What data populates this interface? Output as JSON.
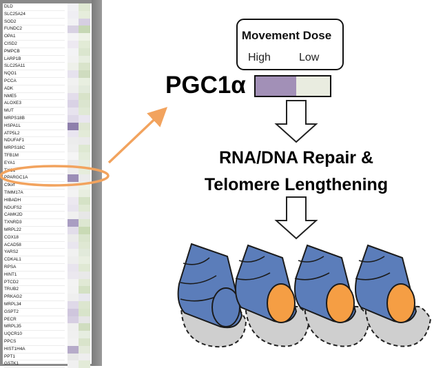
{
  "heatmap": {
    "genes": [
      "DLD",
      "SLC25A24",
      "SOD2",
      "FUNDC2",
      "OPA1",
      "CISD2",
      "PMPCB",
      "LARP1B",
      "SLC25A11",
      "NQO1",
      "PCCA",
      "ADK",
      "NME5",
      "ALOXE3",
      "MUT",
      "MRPS18B",
      "HSPA1L",
      "ATP5L2",
      "NDUFAF1",
      "MRPS18C",
      "TFB1M",
      "EYA1",
      "TXC1",
      "PPARGC1A",
      "C9orf",
      "TIMM17A",
      "HIBADH",
      "NDUFS2",
      "CAMK2D",
      "TXNRD3",
      "MRPL22",
      "COX18",
      "ACAD58",
      "YARS2",
      "CDKAL1",
      "RPSA",
      "HINT1",
      "PTCD2",
      "TRUB2",
      "PRKAG2",
      "MRPL34",
      "GSPT2",
      "PECR",
      "MRPL35",
      "UQCR10",
      "PPCS",
      "HIST1H4A",
      "PPT1",
      "GSTK1"
    ],
    "col_a": [
      "#f1f1f4",
      "#efeef3",
      "#f2f2f4",
      "#d8d2e3",
      "#f4f4f6",
      "#ede9f1",
      "#f3f3f5",
      "#f2f2f2",
      "#eef0ea",
      "#e6e2ee",
      "#f1f1f1",
      "#eeeeee",
      "#e3ddeb",
      "#d9d2e5",
      "#e7e3ee",
      "#ded8e8",
      "#8e7fac",
      "#e9e5f0",
      "#ececec",
      "#eeeeee",
      "#f5f5f5",
      "#ebebeb",
      "#ededed",
      "#9b8db6",
      "#f0f0f0",
      "#f3f3f3",
      "#ece8f0",
      "#e8e4ee",
      "#f0f0f0",
      "#a99dc2",
      "#e2ddea",
      "#ebebeb",
      "#e9e6ef",
      "#f1f1f1",
      "#eeeeee",
      "#e8e4ee",
      "#ebe8ef",
      "#f3f3f3",
      "#f2f2f2",
      "#efefef",
      "#dfd9e8",
      "#cfc6dd",
      "#d6cee2",
      "#efefef",
      "#f0f0f0",
      "#f2f2f2",
      "#b6abc9",
      "#e8e8e8",
      "#f0f0f0"
    ],
    "col_b": [
      "#dfe8d2",
      "#e6eddc",
      "#d6cfe2",
      "#c6d7b4",
      "#eef2e7",
      "#e2ebd6",
      "#dbe6cf",
      "#e7eee0",
      "#d9e4cb",
      "#cfdcbf",
      "#e8efe0",
      "#e2eadb",
      "#d8e3c9",
      "#dbe5cf",
      "#e0e9d5",
      "#e9e6ef",
      "#dfe6d3",
      "#e3ebd8",
      "#eaeaea",
      "#dee8d2",
      "#e4ecda",
      "#e6ede0",
      "#e6eddc",
      "#ebebeb",
      "#edf2e5",
      "#e8eee0",
      "#d5e2c6",
      "#e0e9d4",
      "#e7e7e7",
      "#dde7d1",
      "#c9dab5",
      "#dae5cd",
      "#dfe8d3",
      "#e2eadb",
      "#e9efe1",
      "#e0e9d4",
      "#e9e9e9",
      "#e1e9d5",
      "#d4e1c4",
      "#e8e8ee",
      "#dce6cf",
      "#d8e4ca",
      "#e6e6e6",
      "#d0ddc0",
      "#e6ede0",
      "#d9e4cb",
      "#e4eadb",
      "#eeeeee",
      "#e3ebd8"
    ]
  },
  "legend": {
    "title": "Movement Dose",
    "high_label": "High",
    "low_label": "Low"
  },
  "colors": {
    "high": "#a290b7",
    "low": "#e9ece0",
    "arrow_orange": "#f2a35e",
    "segment_blue": "#5b7dba",
    "cap_orange": "#f59e44",
    "telomere_gray": "#c9c9c9"
  },
  "gene_title": "PGC1α",
  "effect": {
    "line1": "RNA/DNA Repair &",
    "line2": "Telomere Lengthening"
  }
}
